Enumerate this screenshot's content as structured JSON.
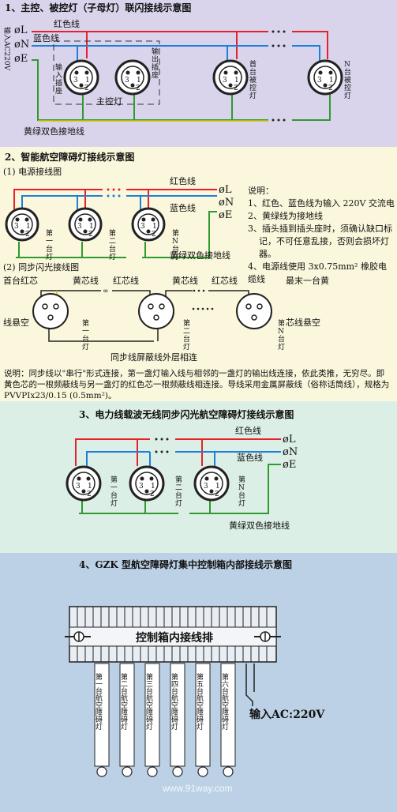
{
  "section1": {
    "title": "1、主控、被控灯（子母灯）联闪接线示意图",
    "input_label": "输入AC220V",
    "L": "øL",
    "N": "øN",
    "E": "øE",
    "red_wire": "红色线",
    "blue_wire": "蓝色线",
    "input_socket": "输入插座",
    "output_socket": "输出插座",
    "main_lamp": "主控灯",
    "first_lamp": "首台被控灯",
    "n_lamp": "N台被控灯",
    "ground_wire": "黄绿双色接地线",
    "pins": [
      "3",
      "1",
      "2"
    ]
  },
  "section2": {
    "title": "2、智能航空障碍灯接线示意图",
    "sub1": "(1) 电源接线图",
    "red_wire": "红色线",
    "blue_wire": "蓝色线",
    "L": "øL",
    "N": "øN",
    "E": "øE",
    "lamp1": "第一台灯",
    "lamp2": "第二台灯",
    "lampN": "第N台灯",
    "ground_wire": "黄绿双色接地线",
    "notes_title": "说明：",
    "notes": [
      "1、红色、蓝色线为输入 220V 交流电",
      "2、黄绿线为接地线",
      "3、插头插到插头座时，须确认缺口标",
      "记，不可任意乱接，否则会损坏灯",
      "器。",
      "4、电源线使用 3x0.75mm² 橡胶电缆线"
    ],
    "sub2": "(2) 同步闪光接线图",
    "first_yellow": "首台红芯",
    "first_yellow2": "线悬空",
    "yellow_core": "黄芯线",
    "red_core": "红芯线",
    "last_lamp": "最末一台黄",
    "last_lamp2": "芯线悬空",
    "shield": "同步线屏蔽线外层相连",
    "note_text": "说明：同步线以\"串行\"形式连接，第一盏灯输入线与相邻的一盏灯的输出线连接，依此类推，无穷尽。即黄色芯的一根频蔽线与另一盏灯的红色芯一根频蔽线相连接。导线采用金属屏蔽线（俗称话筒线），规格为 PVVPIx23/0.15 (0.5mm²)。"
  },
  "section3": {
    "title": "3、电力线载波无线同步闪光航空障碍灯接线示意图",
    "red_wire": "红色线",
    "blue_wire": "蓝色线",
    "L": "øL",
    "N": "øN",
    "E": "øE",
    "lamp1": "第一台灯",
    "lamp2": "第二台灯",
    "lampN": "第N台灯",
    "ground_wire": "黄绿双色接地线"
  },
  "section4": {
    "title": "4、GZK 型航空障碍灯集中控制箱内部接线示意图",
    "bar_label": "控制箱内接线排",
    "lamps": [
      "第一台航空障碍灯",
      "第二台航空障碍灯",
      "第三台航空障碍灯",
      "第四台航空障碍灯",
      "第五台航空障碍灯",
      "第六台航空障碍灯"
    ],
    "input": "输入AC:220V",
    "watermark": "www.91way.com"
  },
  "colors": {
    "red": "#e8202a",
    "blue": "#1e7fd8",
    "green": "#2f9a2f",
    "yellow": "#d4c200"
  }
}
